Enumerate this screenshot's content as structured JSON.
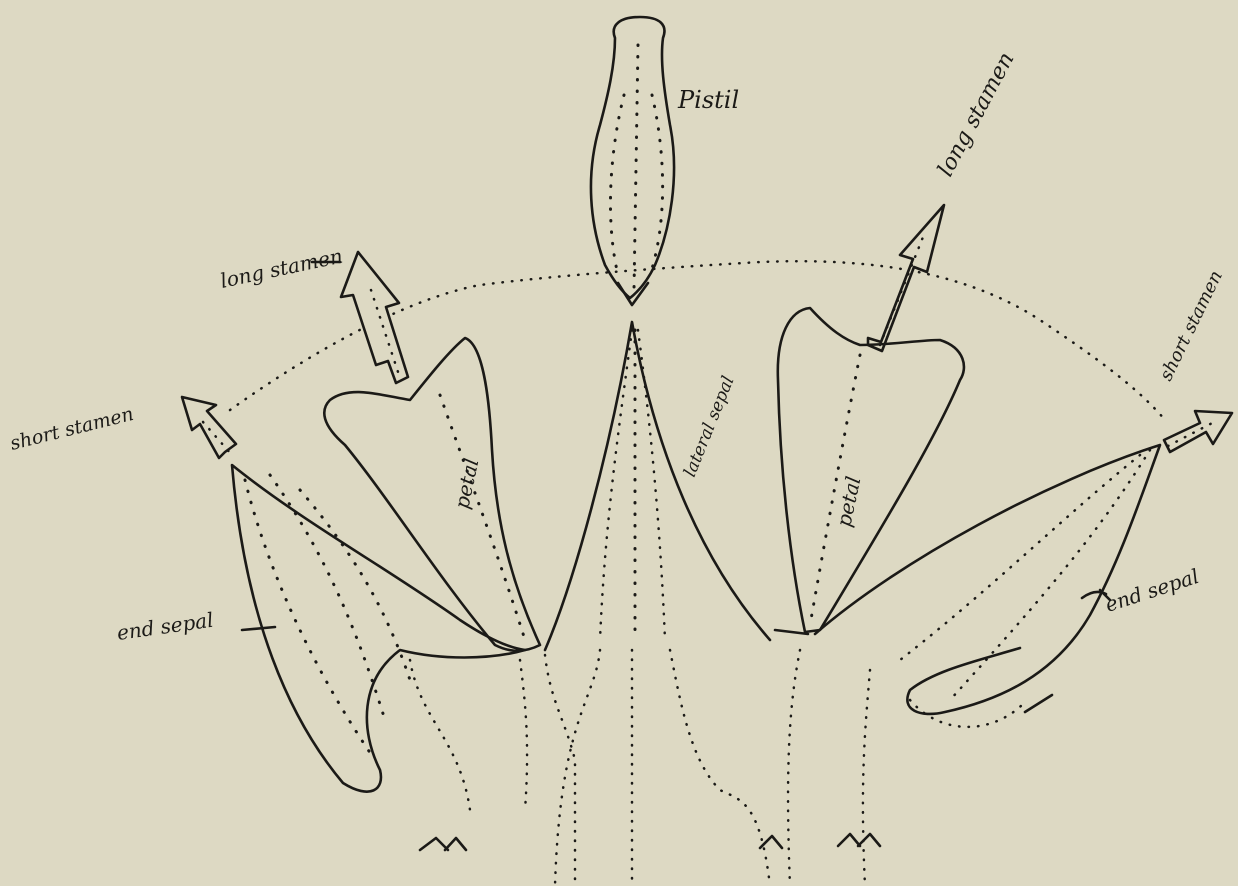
{
  "labels": {
    "pistil": "Pistil",
    "long_stamen_left": "long stamen",
    "long_stamen_right": "long stamen",
    "short_stamen_left": "short stamen",
    "short_stamen_right": "short stamen",
    "petal_left": "petal",
    "petal_right": "petal",
    "lateral_sepal": "lateral sepal",
    "end_sepal_left": "end sepal",
    "end_sepal_right": "end sepal"
  }
}
